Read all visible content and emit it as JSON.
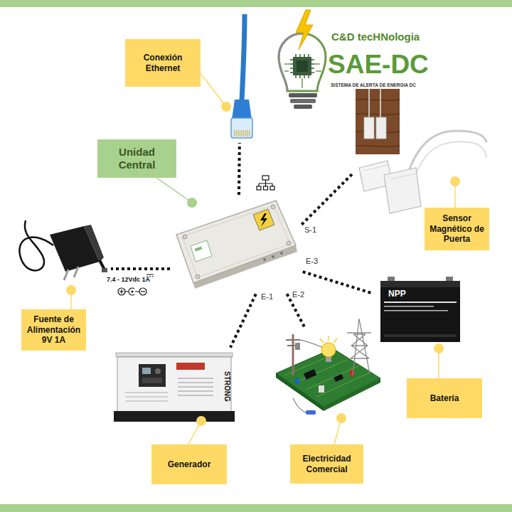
{
  "diagram": {
    "nodes": [
      {
        "text": [
          "Conexión Ethernet"
        ]
      },
      {
        "text": [
          "Unidad Central"
        ]
      },
      {
        "text": [
          "Sensor Magnético de Puerta"
        ]
      },
      {
        "text": [
          "Fuente de Alimentación 9V 1A"
        ]
      },
      {
        "text": [
          "Batería"
        ]
      },
      {
        "text": [
          "Generador"
        ]
      },
      {
        "text": [
          "Electricidad Comercial"
        ]
      }
    ],
    "edges": [
      {
        "from": 1,
        "to": 0,
        "arrow": "none"
      },
      {
        "from": 1,
        "to": 2,
        "label": "S-1",
        "arrow": "none"
      },
      {
        "from": 1,
        "to": 3,
        "label": "7.4 - 12Vdc 1A",
        "arrow": "none"
      },
      {
        "from": 1,
        "to": 4,
        "label": "E-3",
        "arrow": "none"
      },
      {
        "from": 1,
        "to": 6,
        "label": "E-2",
        "arrow": "none"
      },
      {
        "from": 1,
        "to": 5,
        "label": "E-1",
        "arrow": "none"
      }
    ],
    "labels": [
      "C&D tecHNologia",
      "SAE-DC",
      "SISTEMA DE ALERTA DE ENERGIA DC",
      "NPP",
      "STRONG"
    ]
  }
}
